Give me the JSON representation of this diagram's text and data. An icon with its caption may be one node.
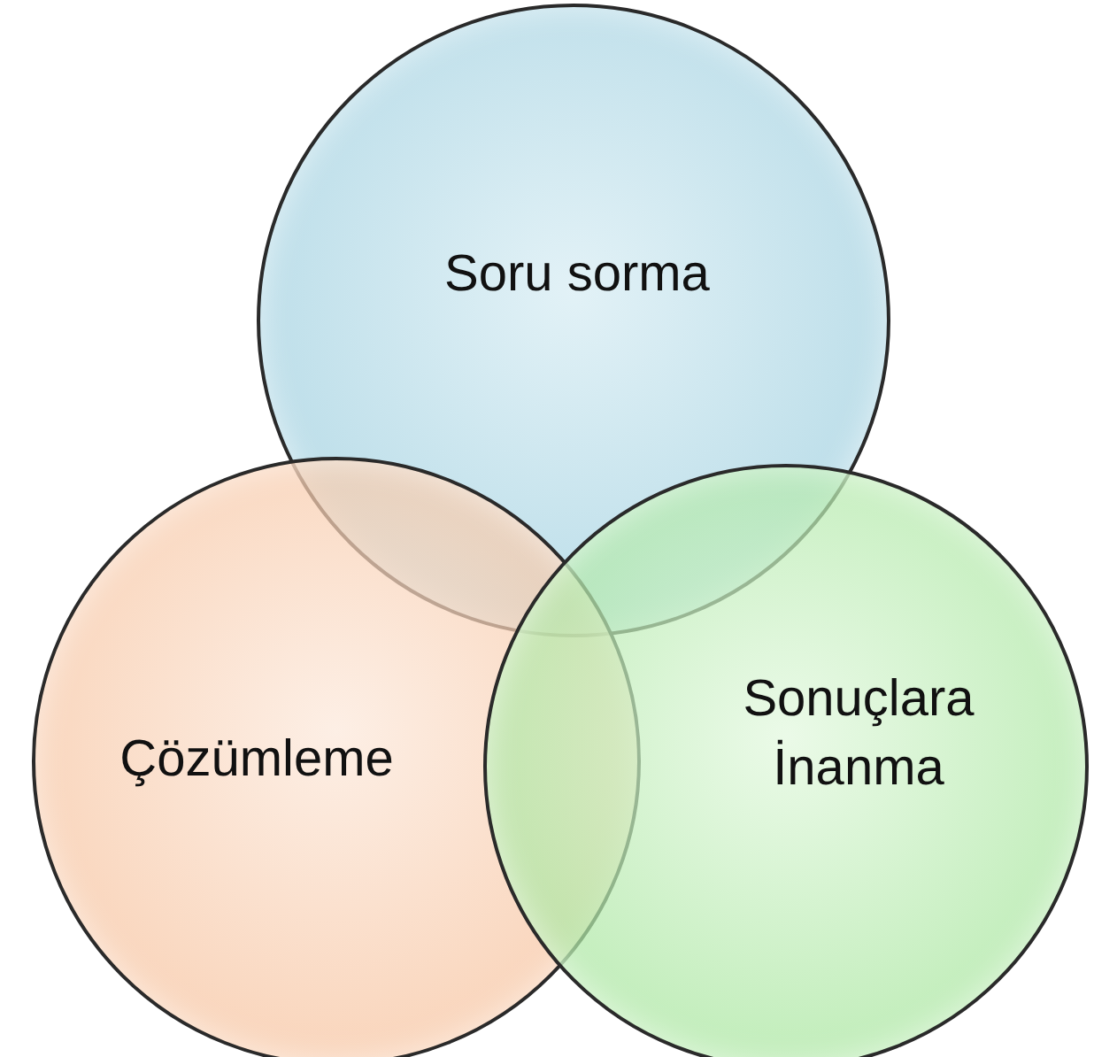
{
  "diagram": {
    "nodes": [
      {
        "text": [
          "Soru sorma"
        ]
      },
      {
        "text": [
          "Çözümleme"
        ]
      },
      {
        "text": [
          "Sonuçlara İnanma"
        ]
      }
    ]
  }
}
